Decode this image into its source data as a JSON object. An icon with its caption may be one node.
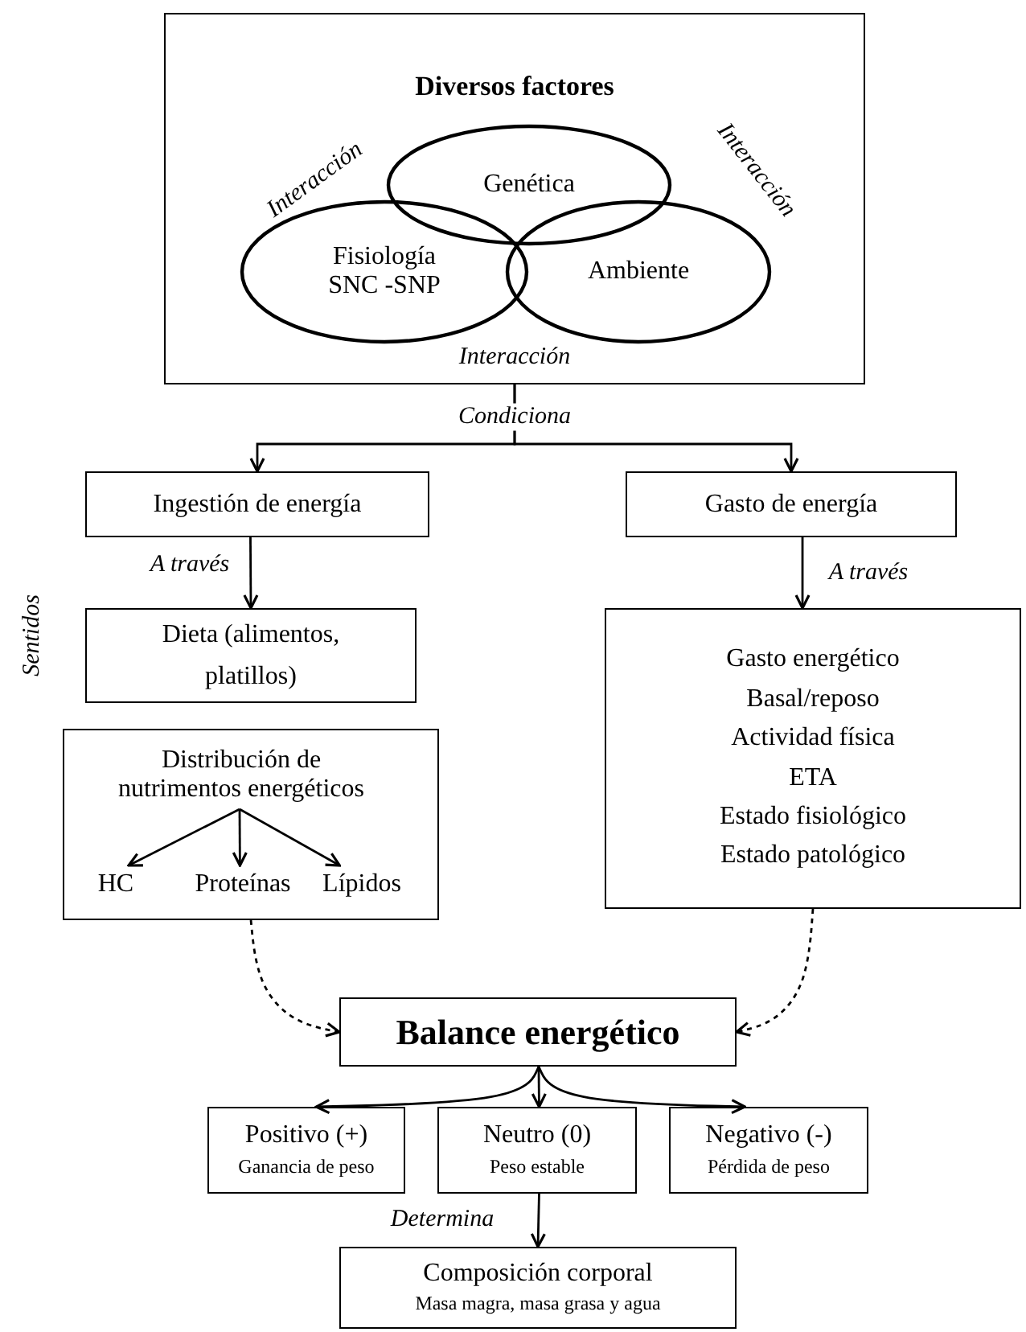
{
  "diagram": {
    "nodes": [
      {
        "text": [
          "Diversos factores"
        ]
      },
      {
        "text": [
          "Genética"
        ],
        "in": 0
      },
      {
        "text": [
          "Fisiología SNC -SNP"
        ],
        "in": 0
      },
      {
        "text": [
          "Ambiente"
        ],
        "in": 0
      },
      {
        "text": [
          "Ingestión de energía"
        ]
      },
      {
        "text": [
          "Gasto de energía"
        ]
      },
      {
        "text": [
          "Dieta (alimentos, platillos)"
        ]
      },
      {
        "text": [],
        "shape": "box"
      },
      {
        "text": [
          "Distribución de nutrimentos energéticos"
        ],
        "in": 7
      },
      {
        "text": [
          "HC"
        ],
        "in": 7
      },
      {
        "text": [
          "Proteínas"
        ],
        "in": 7
      },
      {
        "text": [
          "Lípidos"
        ],
        "in": 7
      },
      {
        "text": [
          "Gasto energético",
          "Basal/reposo",
          "Actividad física",
          "ETA",
          "Estado fisiológico",
          "Estado patológico"
        ]
      },
      {
        "text": [
          "Balance energético"
        ]
      },
      {
        "text": [
          "Positivo (+)",
          "Ganancia de peso"
        ]
      },
      {
        "text": [
          "Neutro (0)",
          "Peso estable"
        ]
      },
      {
        "text": [
          "Negativo (-)",
          "Pérdida de peso"
        ]
      },
      {
        "text": [
          "Composición corporal",
          "Masa magra, masa grasa y agua"
        ]
      }
    ],
    "edges": [
      {
        "from": 0,
        "to": 4,
        "arrow": "to",
        "label": "Condiciona"
      },
      {
        "from": 0,
        "to": 5,
        "arrow": "to"
      },
      {
        "from": 4,
        "to": 6,
        "arrow": "to",
        "label": "A través"
      },
      {
        "from": 5,
        "to": 12,
        "arrow": "to",
        "label": "A través"
      },
      {
        "from": 8,
        "to": 9,
        "arrow": "to"
      },
      {
        "from": 8,
        "to": 10,
        "arrow": "to"
      },
      {
        "from": 8,
        "to": 11,
        "arrow": "to"
      },
      {
        "from": 7,
        "to": 13,
        "arrow": "to",
        "style": "dashed"
      },
      {
        "from": 12,
        "to": 13,
        "arrow": "to",
        "style": "dashed"
      },
      {
        "from": 13,
        "to": 14,
        "arrow": "to"
      },
      {
        "from": 13,
        "to": 15,
        "arrow": "to"
      },
      {
        "from": 13,
        "to": 16,
        "arrow": "to"
      },
      {
        "from": 15,
        "to": 17,
        "arrow": "to",
        "label": "Determina"
      }
    ],
    "labels": [
      "Interacción",
      "Interacción",
      "Interacción",
      "Sentidos"
    ]
  }
}
